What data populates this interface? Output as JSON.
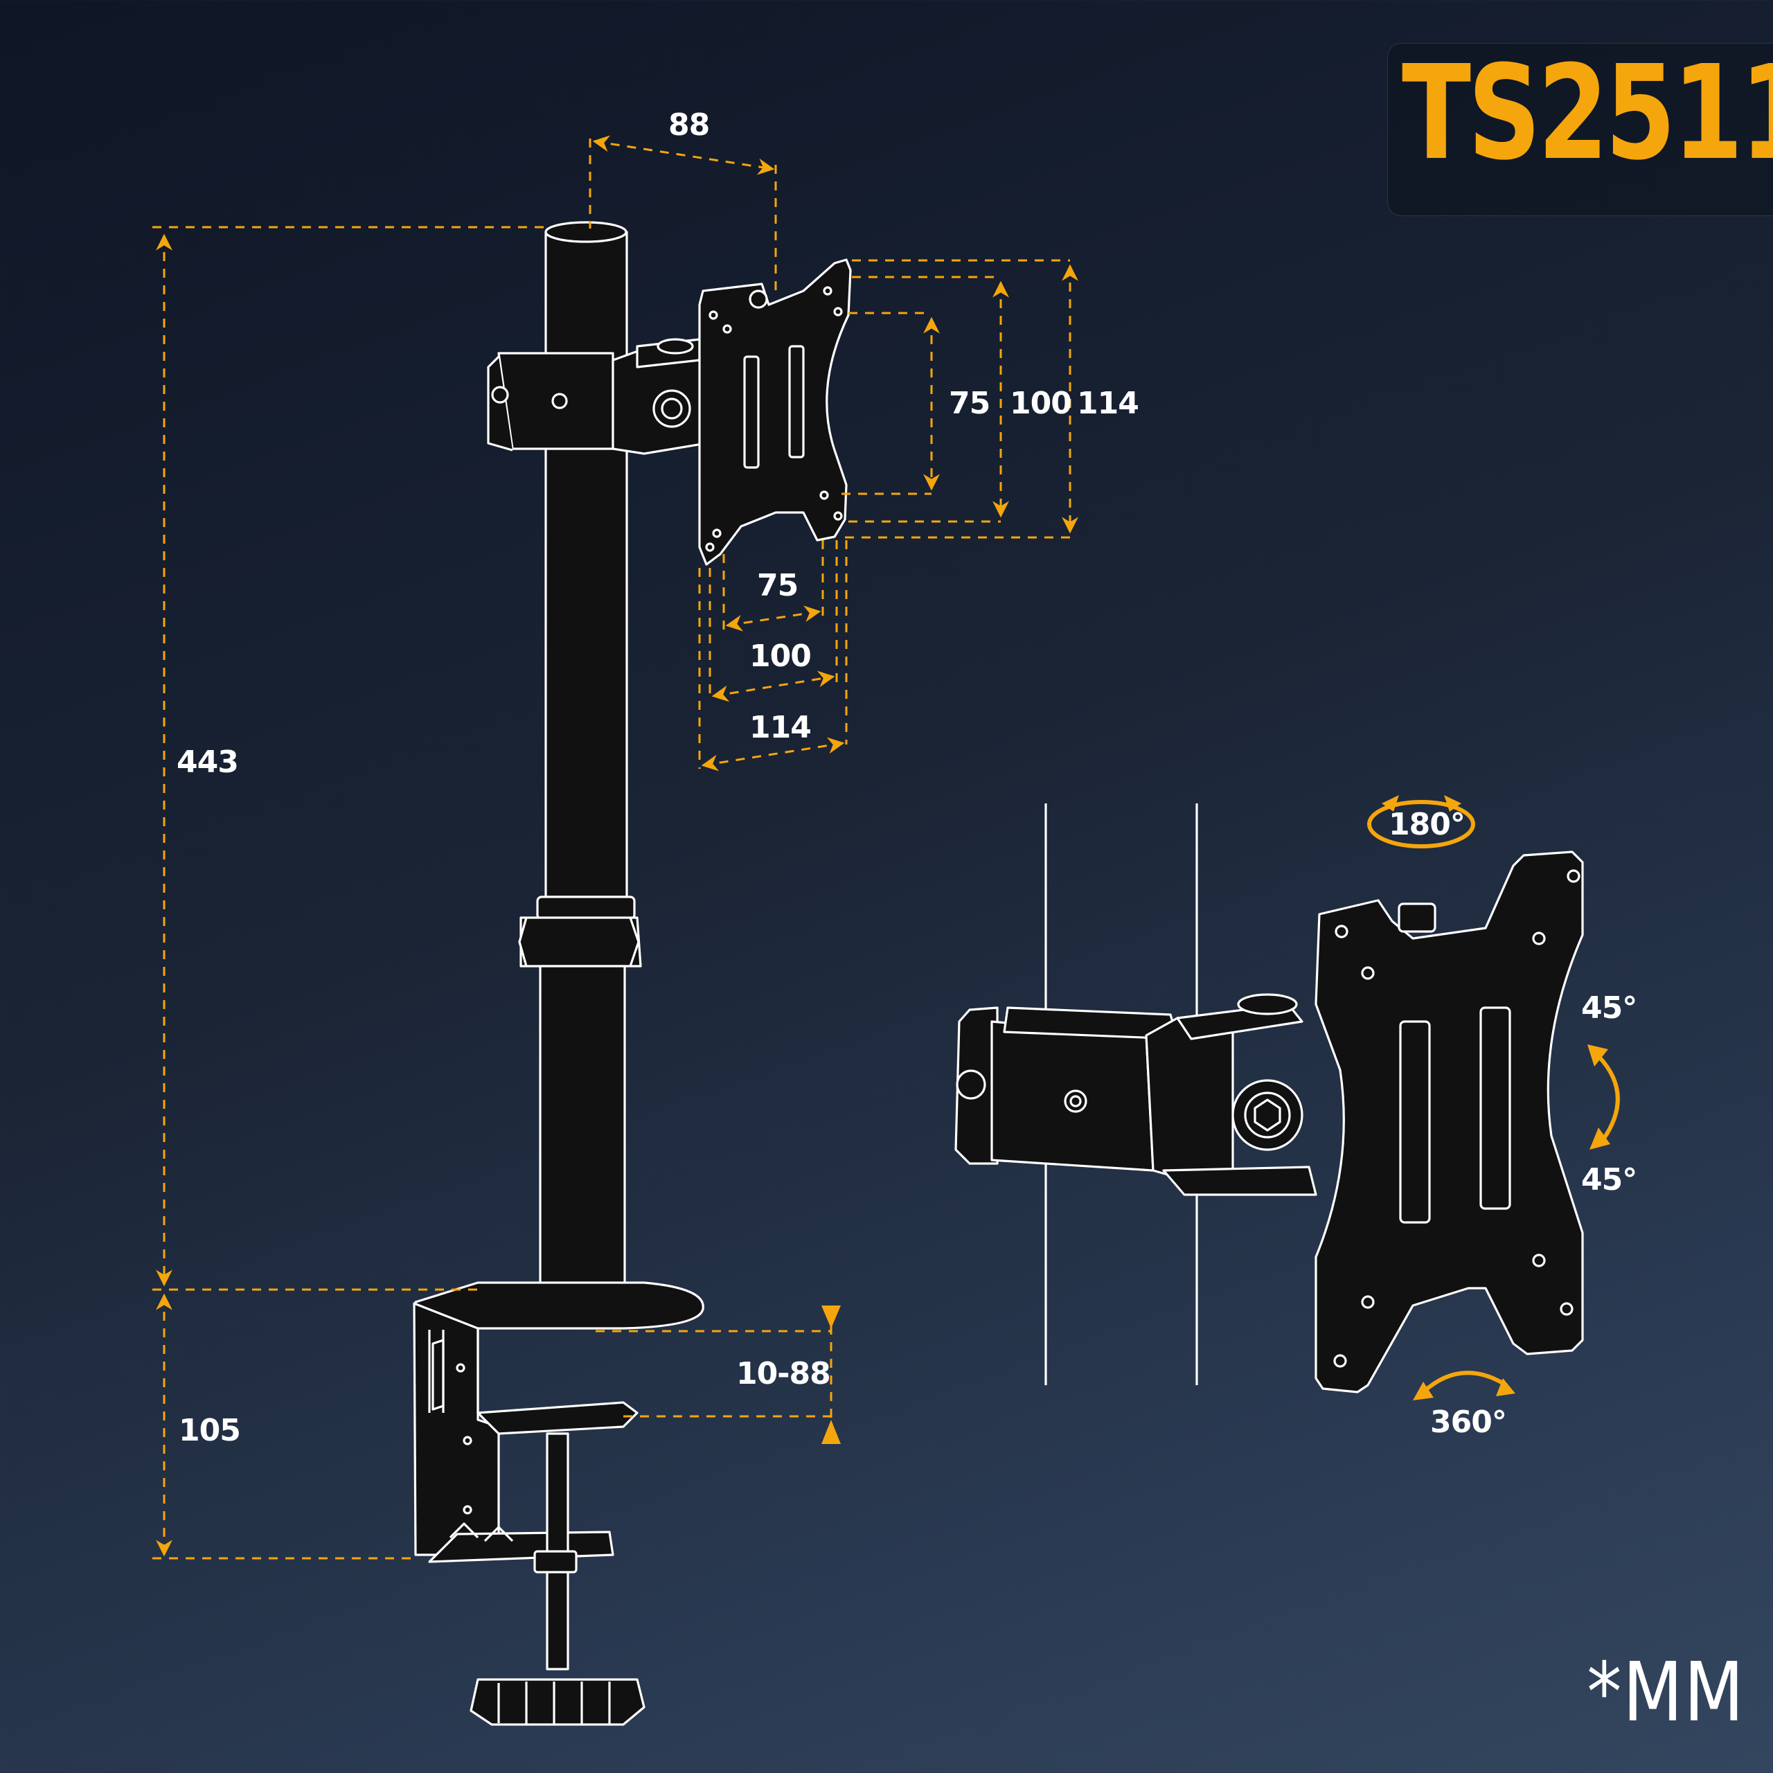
{
  "model": "TS2511",
  "units_note": "*MM",
  "dimensions": {
    "arm_offset": "88",
    "pole_height": "443",
    "clamp_height": "105",
    "clamp_range": "10-88",
    "vesa_vertical": [
      "75",
      "100",
      "114"
    ],
    "vesa_horizontal": [
      "75",
      "100",
      "114"
    ]
  },
  "rotation": {
    "swivel": "180°",
    "tilt_up": "45°",
    "tilt_down": "45°",
    "rotate": "360°"
  },
  "colors": {
    "accent": "#f5a60d",
    "line": "#ffffff",
    "background": "#1a2435"
  }
}
